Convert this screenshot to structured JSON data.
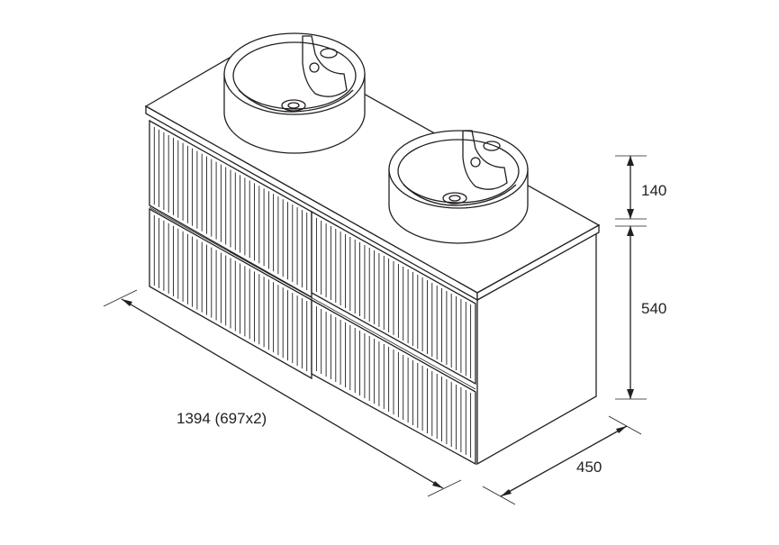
{
  "diagram": {
    "dimensions": {
      "width_label": "1394 (697x2)",
      "depth_label": "450",
      "basin_height_label": "140",
      "cabinet_height_label": "540"
    },
    "colors": {
      "line": "#231f20",
      "background": "#ffffff"
    }
  }
}
